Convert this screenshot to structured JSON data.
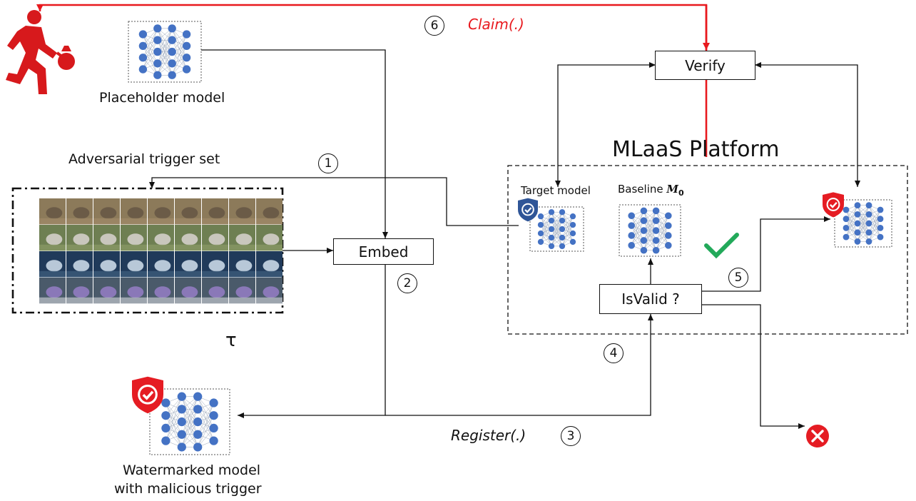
{
  "labels": {
    "placeholder_model": "Placeholder model",
    "adversarial_trigger_set": "Adversarial trigger set",
    "tau": "τ",
    "watermarked_model_line1": "Watermarked model",
    "watermarked_model_line2": "with malicious trigger",
    "mlaas_platform": "MLaaS Platform",
    "target_model": "Target model",
    "baseline_text": "Baseline ",
    "baseline_symbol": "M",
    "baseline_subscript": "0",
    "claim": "Claim(.)",
    "register": "Register(.)"
  },
  "boxes": {
    "verify": "Verify",
    "embed": "Embed",
    "isvalid": "IsValid ?"
  },
  "steps": [
    "1",
    "2",
    "3",
    "4",
    "5",
    "6"
  ],
  "colors": {
    "red_arrow": "#e8191e",
    "node_blue": "#4472c4",
    "shield_red": "#e51c23",
    "shield_blue": "#2f5597",
    "check_green": "#22a95a"
  },
  "icons": [
    "thief-icon",
    "shield-check-icon",
    "check-mark-icon",
    "error-x-icon",
    "neural-network-icon"
  ]
}
